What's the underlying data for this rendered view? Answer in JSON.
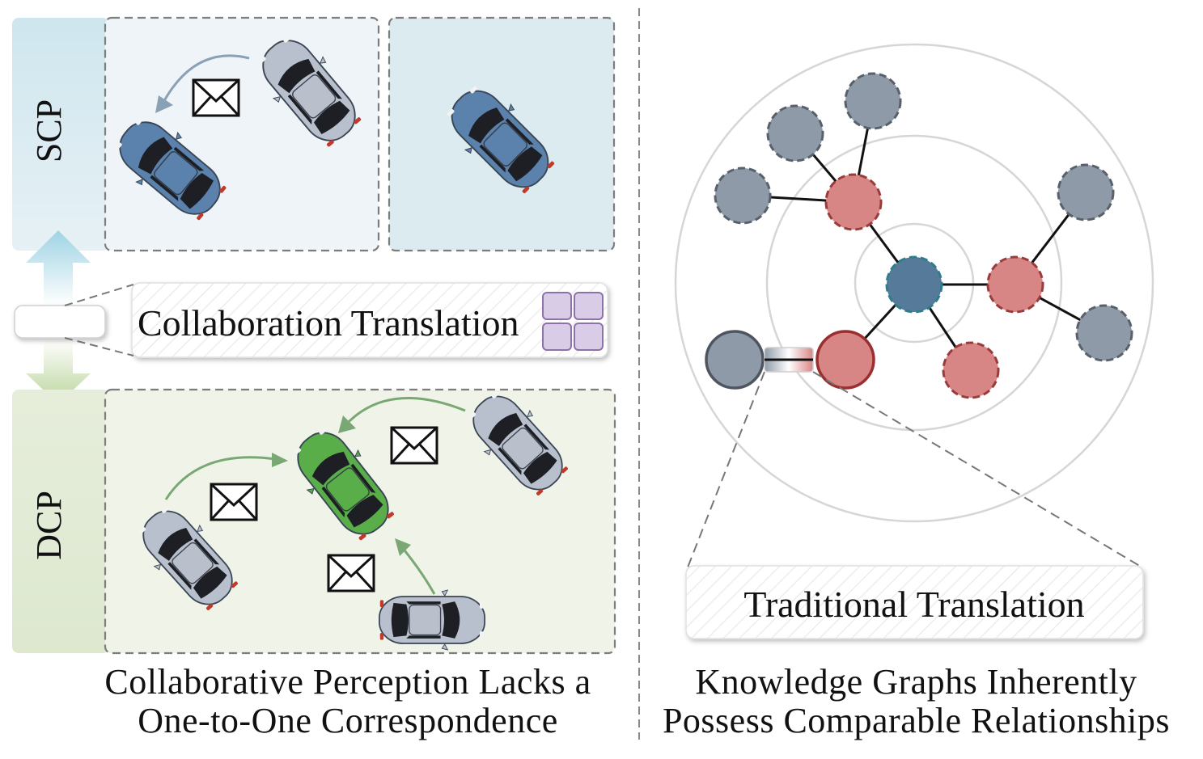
{
  "left_panel": {
    "scp_label": "SCP",
    "dcp_label": "DCP",
    "collab_box_label": "Collaboration Translation",
    "caption_line1": "Collaborative Perception Lacks a",
    "caption_line2": "One-to-One Correspondence"
  },
  "right_panel": {
    "trad_box_label": "Traditional Translation",
    "caption_line1": "Knowledge Graphs Inherently",
    "caption_line2": "Possess Comparable Relationships"
  },
  "icons": [
    "envelope-icon",
    "car-icon",
    "grid-icon",
    "up-arrow-icon",
    "down-arrow-icon"
  ],
  "colors": {
    "scp_bg": "#eef4f8",
    "scp_strip": "#d8ebf2",
    "dcp_bg": "#eff3e8",
    "dcp_strip": "#e2ebd6",
    "ego_green": "#5aae4a",
    "blue_car": "#5b82ad",
    "grey_car": "#b9c0cc",
    "node_grey": "#8f9aa8",
    "node_red": "#d88585",
    "node_center": "#557a9a",
    "grid_purple": "#b9a9cf"
  }
}
